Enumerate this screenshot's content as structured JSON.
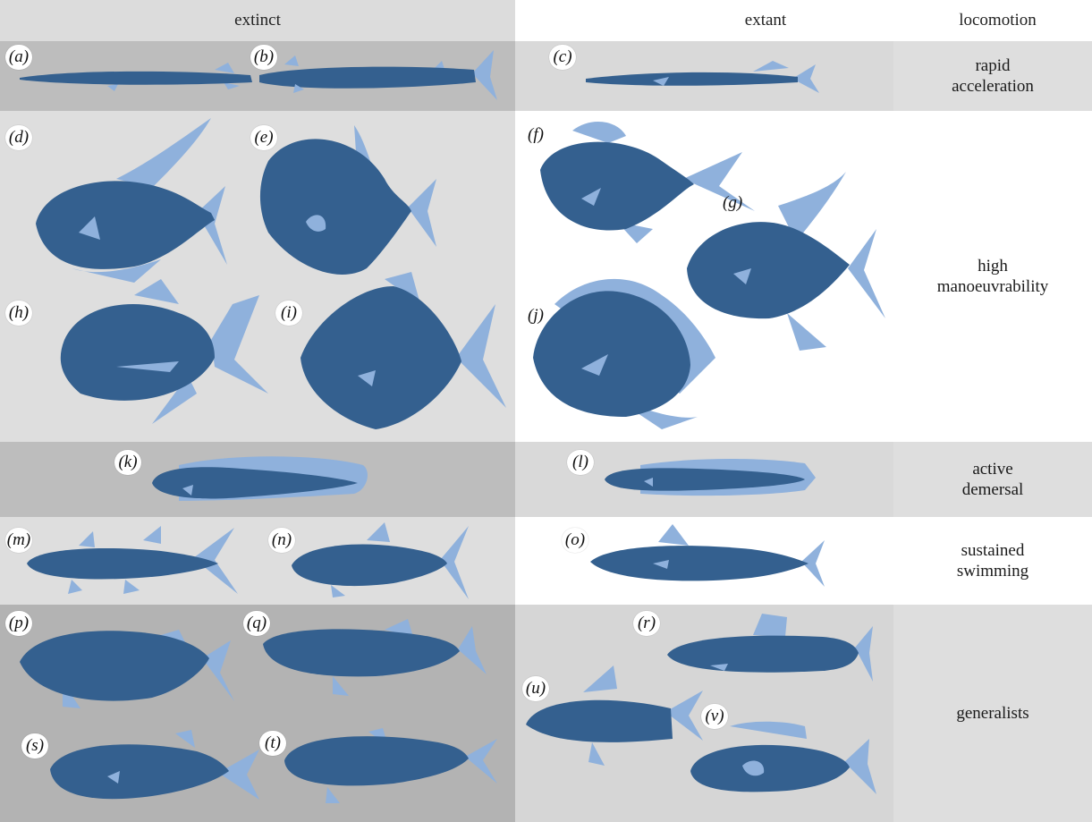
{
  "headers": {
    "extinct": "extinct",
    "extant": "extant",
    "locomotion": "locomotion"
  },
  "rows": [
    {
      "locomotion_line1": "rapid",
      "locomotion_line2": "acceleration"
    },
    {
      "locomotion_line1": "high",
      "locomotion_line2": "manoeuvrability"
    },
    {
      "locomotion_line1": "active",
      "locomotion_line2": "demersal"
    },
    {
      "locomotion_line1": "sustained",
      "locomotion_line2": "swimming"
    },
    {
      "locomotion_line1": "generalists",
      "locomotion_line2": ""
    }
  ],
  "labels": {
    "a": "(a)",
    "b": "(b)",
    "c": "(c)",
    "d": "(d)",
    "e": "(e)",
    "f": "(f)",
    "g": "(g)",
    "h": "(h)",
    "i": "(i)",
    "j": "(j)",
    "k": "(k)",
    "l": "(l)",
    "m": "(m)",
    "n": "(n)",
    "o": "(o)",
    "p": "(p)",
    "q": "(q)",
    "r": "(r)",
    "s": "(s)",
    "t": "(t)",
    "u": "(u)",
    "v": "(v)"
  },
  "colors": {
    "body": "#34608f",
    "fin": "#8fb1dc",
    "header_extinct": "#dcdcdc",
    "dark_grey": "#bdbdbd",
    "light_grey": "#dedede",
    "mid_grey": "#d6d6d6"
  }
}
